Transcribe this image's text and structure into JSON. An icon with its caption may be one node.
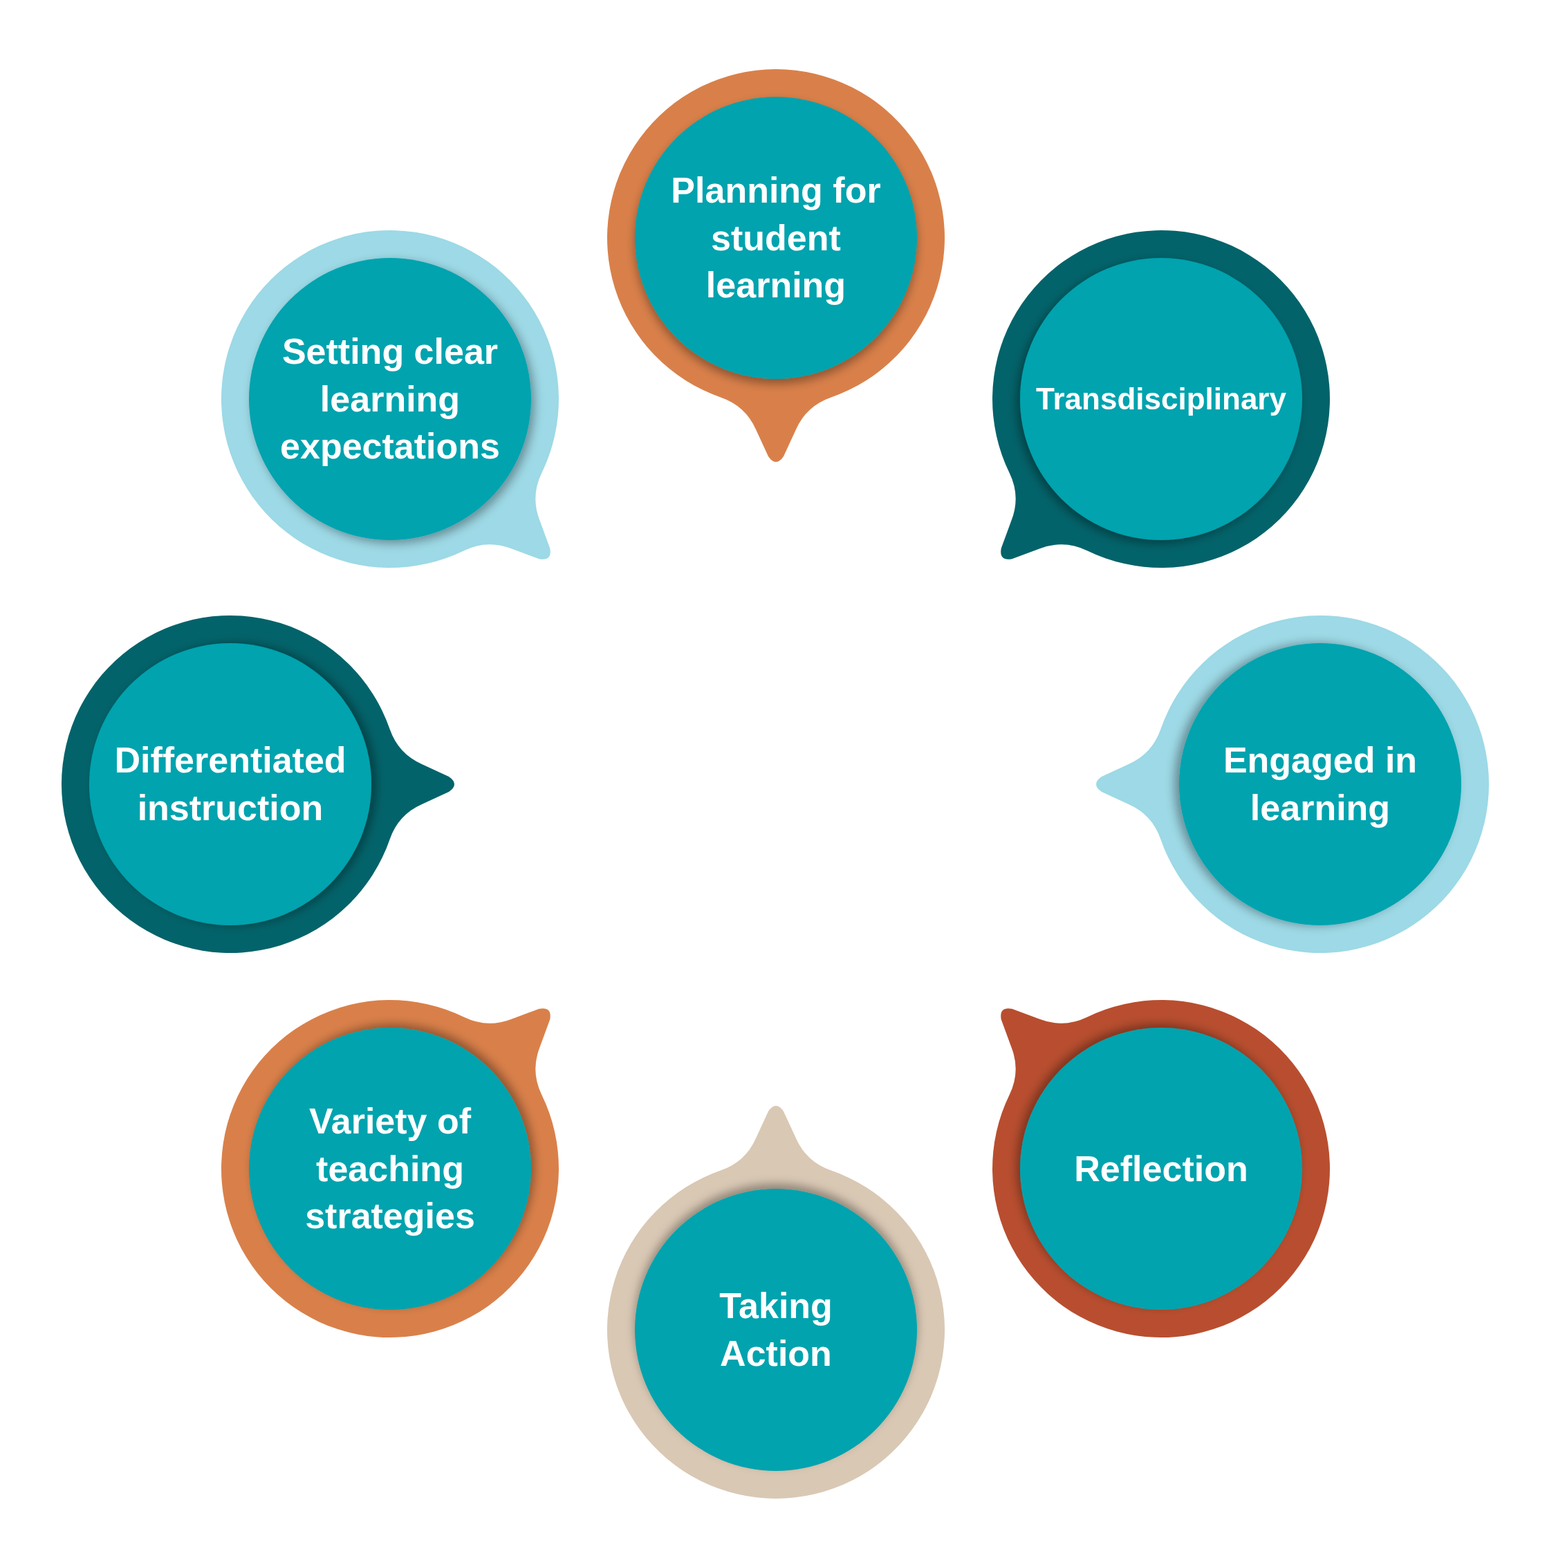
{
  "diagram": {
    "nodes": [
      {
        "text": [
          "Planning for student learning"
        ]
      },
      {
        "text": [
          "Setting clear learning expectations"
        ]
      },
      {
        "text": [
          "Transdisciplinary"
        ]
      },
      {
        "text": [
          "Differentiated instruction"
        ]
      },
      {
        "text": [
          "Engaged in learning"
        ]
      },
      {
        "text": [
          "Variety of teaching strategies"
        ]
      },
      {
        "text": [
          "Reflection"
        ]
      },
      {
        "text": [
          "Taking Action"
        ]
      }
    ]
  }
}
